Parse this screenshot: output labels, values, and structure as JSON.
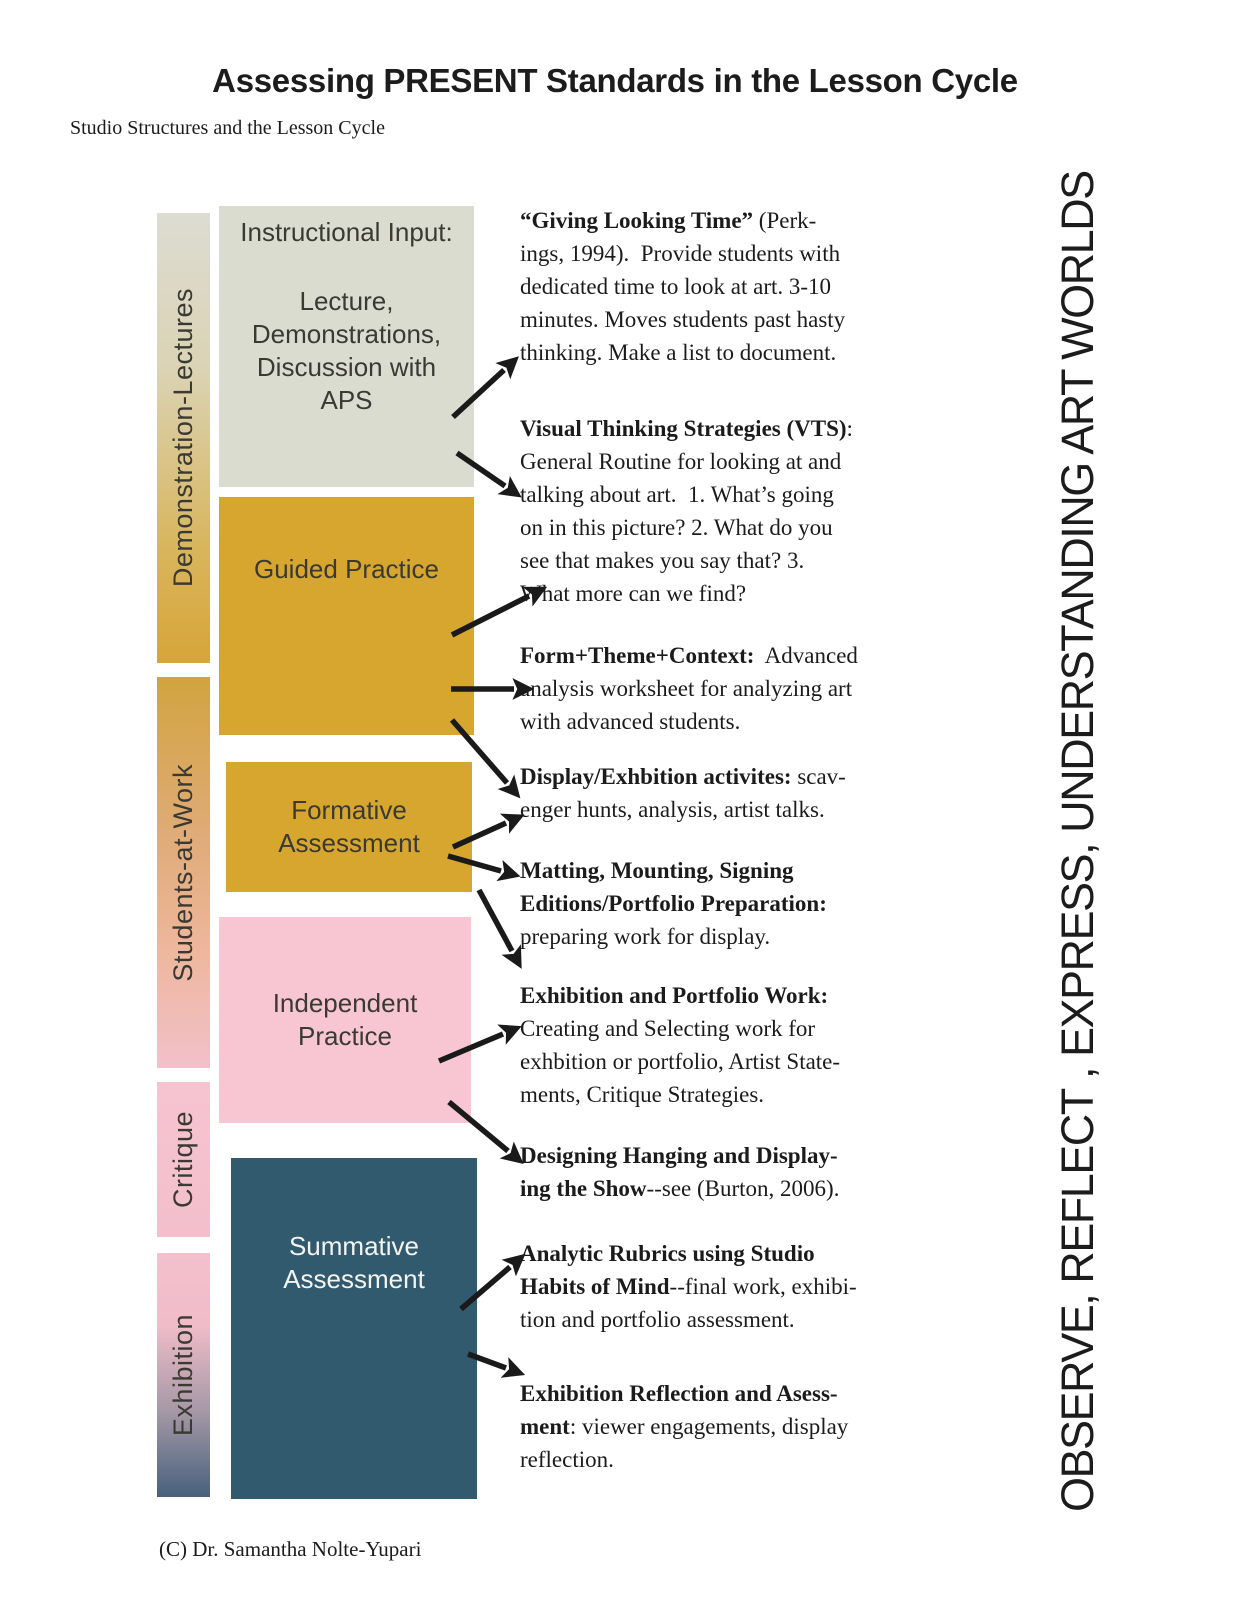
{
  "title": "Assessing PRESENT Standards in the Lesson Cycle",
  "subtitle": "Studio Structures and the Lesson Cycle",
  "copyright": "(C) Dr. Samantha Nolte-Yupari",
  "right_vertical_label": "OBSERVE, REFLECT , EXPRESS, UNDERSTANDING ART WORLDS",
  "colors": {
    "gold": "#d7a62f",
    "sage": "#dadcd0",
    "pink": "#f8c6d3",
    "teal": "#315a6e",
    "arrow": "#1a1a1a"
  },
  "stage_bars": [
    {
      "id": "demonstration-lectures",
      "label": "Demonstration-Lectures",
      "stops": [
        "#dcdcd2 0%",
        "#dbd3b4 35%",
        "#d8b55c 75%",
        "#d7a539 100%"
      ]
    },
    {
      "id": "students-at-work",
      "label": "Students-at-Work",
      "stops": [
        "#d2a43f 0%",
        "#dfab77 40%",
        "#eeb79d 70%",
        "#f2c0ca 100%"
      ]
    },
    {
      "id": "critique",
      "label": "Critique",
      "stops": [
        "#f6c4d0 0%",
        "#f2bfcb 100%"
      ]
    },
    {
      "id": "exhibition",
      "label": "Exhibition",
      "stops": [
        "#f3c1cc 0%",
        "#efbcc8 30%",
        "#a598a6 65%",
        "#47617c 100%"
      ]
    }
  ],
  "lesson_boxes": [
    {
      "id": "instructional-input",
      "title": "Instructional Input:",
      "body": "Lecture,\nDemonstrations,\nDiscussion with\nAPS",
      "color": "#dadcd0"
    },
    {
      "id": "guided-practice",
      "body": "Guided Practice",
      "color": "#d7a62f"
    },
    {
      "id": "formative-assessment",
      "body": "Formative\nAssessment",
      "color": "#d7a62f"
    },
    {
      "id": "independent-practice",
      "body": "Independent\nPractice",
      "color": "#f8c6d3"
    },
    {
      "id": "summative-assessment",
      "body": "Summative\nAssessment",
      "color": "#315a6e"
    }
  ],
  "notes": [
    {
      "id": "giving-looking-time",
      "lines": [
        {
          "b": "“Giving Looking Time”",
          "r": " (Perk-"
        },
        {
          "r": "ings, 1994).  Provide students with"
        },
        {
          "r": "dedicated time to look at art. 3-10"
        },
        {
          "r": "minutes. Moves students past hasty"
        },
        {
          "r": "thinking. Make a list to document."
        }
      ]
    },
    {
      "id": "visual-thinking-strategies",
      "lines": [
        {
          "b": "Visual Thinking Strategies (VTS)",
          "r": ":"
        },
        {
          "r": "General Routine for looking at and"
        },
        {
          "r": "talking about art.  1. What’s going"
        },
        {
          "r": "on in this picture? 2. What do you"
        },
        {
          "r": "see that makes you say that? 3."
        },
        {
          "r": "What more can we find?"
        }
      ]
    },
    {
      "id": "form-theme-context",
      "lines": [
        {
          "b": "Form+Theme+Context:",
          "r": "  Advanced"
        },
        {
          "r": "analysis worksheet for analyzing art"
        },
        {
          "r": "with advanced students."
        }
      ]
    },
    {
      "id": "display-exhibition-activities",
      "lines": [
        {
          "b": "Display/Exhbition activites:",
          "r": " scav-"
        },
        {
          "r": "enger hunts, analysis, artist talks."
        }
      ]
    },
    {
      "id": "matting-mounting",
      "lines": [
        {
          "b": "Matting, Mounting, Signing"
        },
        {
          "b": "Editions/Portfolio Preparation:"
        },
        {
          "r": "preparing work for display."
        }
      ]
    },
    {
      "id": "exhibition-portfolio-work",
      "lines": [
        {
          "b": "Exhibition and Portfolio Work:"
        },
        {
          "r": "Creating and Selecting work for"
        },
        {
          "r": "exhbition or portfolio, Artist State-"
        },
        {
          "r": "ments, Critique Strategies."
        }
      ]
    },
    {
      "id": "designing-hanging",
      "lines": [
        {
          "b": "Designing Hanging and Display-"
        },
        {
          "b": "ing the Show",
          "r": "--see (Burton, 2006)."
        }
      ]
    },
    {
      "id": "analytic-rubrics",
      "lines": [
        {
          "b": "Analytic Rubrics using Studio"
        },
        {
          "b": "Habits of Mind",
          "r": "--final work, exhibi-"
        },
        {
          "r": "tion and portfolio assessment."
        }
      ]
    },
    {
      "id": "exhibition-reflection",
      "lines": [
        {
          "b": "Exhibition Reflection and Asess-"
        },
        {
          "b": "ment",
          "r": ": viewer engagements, display"
        },
        {
          "r": "reflection."
        }
      ]
    }
  ],
  "connections": [
    {
      "from": "instructional-input",
      "to": "giving-looking-time"
    },
    {
      "from": "instructional-input",
      "to": "visual-thinking-strategies"
    },
    {
      "from": "guided-practice",
      "to": "visual-thinking-strategies"
    },
    {
      "from": "guided-practice",
      "to": "form-theme-context"
    },
    {
      "from": "guided-practice",
      "to": "display-exhibition-activities"
    },
    {
      "from": "formative-assessment",
      "to": "display-exhibition-activities"
    },
    {
      "from": "formative-assessment",
      "to": "matting-mounting"
    },
    {
      "from": "formative-assessment",
      "to": "exhibition-portfolio-work"
    },
    {
      "from": "independent-practice",
      "to": "exhibition-portfolio-work"
    },
    {
      "from": "independent-practice",
      "to": "designing-hanging"
    },
    {
      "from": "summative-assessment",
      "to": "analytic-rubrics"
    },
    {
      "from": "summative-assessment",
      "to": "exhibition-reflection"
    }
  ]
}
